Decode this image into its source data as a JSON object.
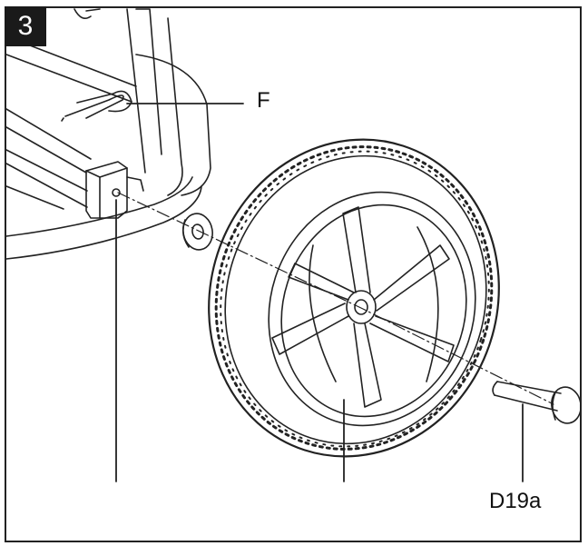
{
  "step": {
    "number": "3"
  },
  "callouts": {
    "f": "F",
    "d19a": "D19a"
  },
  "colors": {
    "line": "#222222",
    "badge": "#1a1a1a",
    "background": "#ffffff"
  }
}
